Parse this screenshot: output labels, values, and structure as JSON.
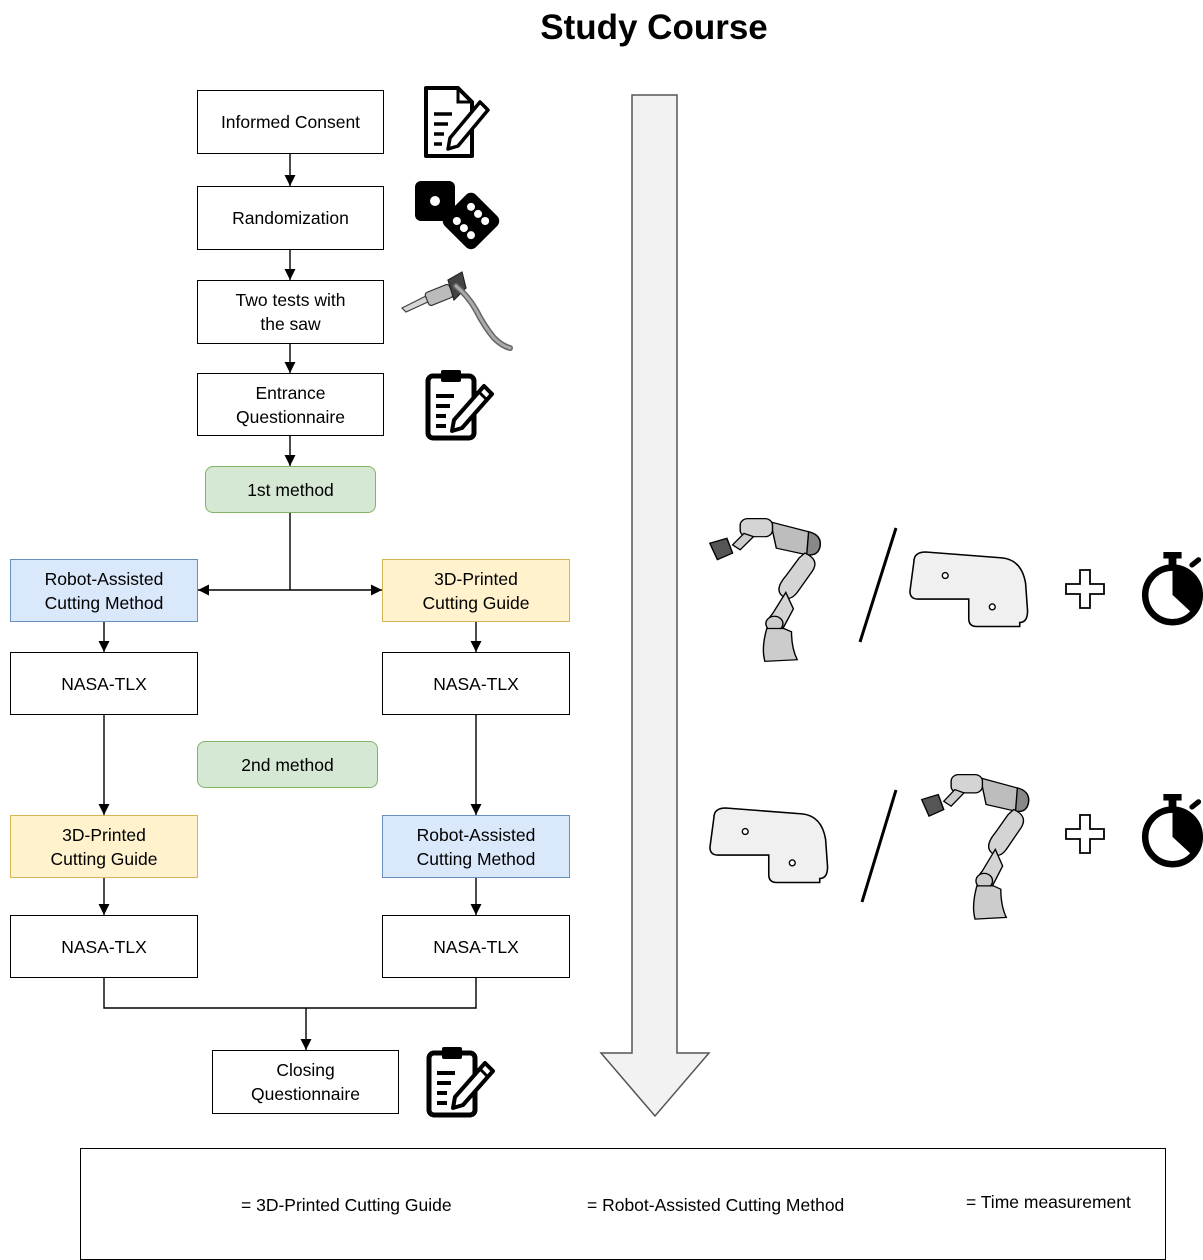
{
  "title": "Study Course",
  "steps": {
    "consent": "Informed Consent",
    "randomization": "Randomization",
    "saw_tests": [
      "Two tests with",
      "the saw"
    ],
    "entrance": [
      "Entrance",
      "Questionnaire"
    ],
    "first_method": "1st method",
    "second_method": "2nd method",
    "robot_method": [
      "Robot-Assisted",
      "Cutting Method"
    ],
    "guide_method": [
      "3D-Printed",
      "Cutting Guide"
    ],
    "tlx": "NASA-TLX",
    "closing": [
      "Closing",
      "Questionnaire"
    ]
  },
  "legend": {
    "guide": "= 3D-Printed Cutting Guide",
    "robot": "= Robot-Assisted Cutting Method",
    "time": "= Time measurement"
  },
  "icons": {
    "consent": "document-pen-icon",
    "randomization": "dice-icon",
    "saw": "surgical-saw-icon",
    "questionnaire": "clipboard-pen-icon",
    "robot": "robot-arm-icon",
    "guide": "cutting-guide-icon",
    "timer": "stopwatch-icon",
    "plus": "plus-icon"
  },
  "colors": {
    "green_fill": "#d5e8d4",
    "green_border": "#82b366",
    "blue_fill": "#dae8fc",
    "blue_border": "#6c8ebf",
    "yellow_fill": "#fff2cc",
    "yellow_border": "#d6b656",
    "time_arrow": "#f2f2f2"
  }
}
